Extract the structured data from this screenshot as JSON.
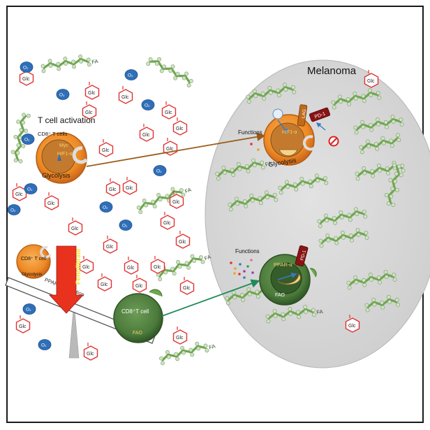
{
  "regions": {
    "tumor_title": "Melanoma",
    "activation_title": "T cell activation",
    "seesaw_label": "PPAR-α activation",
    "drug_label": "Fenofibrate"
  },
  "cells": {
    "activated": {
      "title": "CD8⁺ T cells",
      "myc": "Myc",
      "hif": "HIF1-α",
      "pathway": "Glycolysis"
    },
    "tumor_glycolytic": {
      "pd1": "PD-1",
      "lag": "LAG",
      "hif": "HIF1-α",
      "pathway": "Glycolysis",
      "functions": "Functions"
    },
    "small_glycolytic": {
      "title": "CD8⁺ T cell",
      "pathway": "Glycolysis"
    },
    "fao_cell": {
      "title": "CD8⁺T cell",
      "pathway": "FAO"
    },
    "tumor_fao": {
      "ppar": "PPAR-α",
      "pd1": "PD-1",
      "pathway": "FAO",
      "functions": "Functions"
    }
  },
  "molecules": {
    "glucose": "Glc",
    "oxygen": "O₂",
    "fatty_acid": "FA"
  },
  "colors": {
    "tumor_bg": "#d9d9d9",
    "glycolytic_cell": "#f0932b",
    "fao_cell": "#4f7f3f",
    "glucose_outline": "#e03030",
    "oxygen": "#2f6fb8",
    "fatty_acid": "#6ea84c",
    "arrow_glyco": "#9a5a18",
    "arrow_fao": "#1f8a5a",
    "pd1": "#8a1414",
    "lag": "#c26a1a",
    "drug": "#e8321e"
  }
}
